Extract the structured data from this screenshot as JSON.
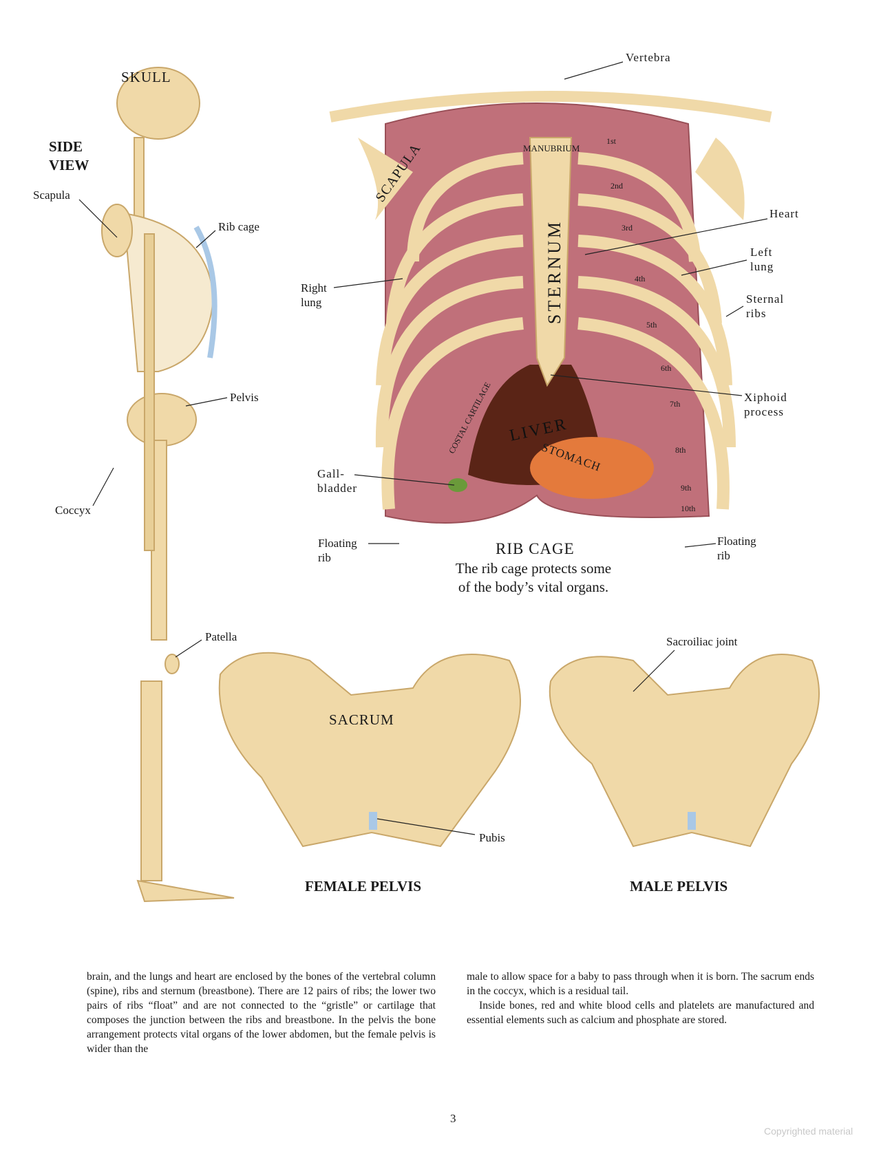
{
  "side_view": {
    "heading": "SIDE\nVIEW",
    "labels": {
      "skull": "SKULL",
      "scapula": "Scapula",
      "rib_cage": "Rib cage",
      "pelvis": "Pelvis",
      "coccyx": "Coccyx",
      "patella": "Patella"
    }
  },
  "rib_cage": {
    "labels": {
      "vertebra": "Vertebra",
      "heart": "Heart",
      "left_lung": "Left\nlung",
      "sternal_ribs": "Sternal\nribs",
      "xiphoid": "Xiphoid\nprocess",
      "floating_rib_right": "Floating\nrib",
      "right_lung": "Right\nlung",
      "gallbladder": "Gall-\nbladder",
      "floating_rib_left": "Floating\nrib",
      "manubrium": "MANUBRIUM",
      "sternum": "STERNUM",
      "scapula": "SCAPULA",
      "costal_cartilage": "COSTAL CARTILAGE",
      "liver": "LIVER",
      "stomach": "STOMACH"
    },
    "rib_numbers": [
      "1st",
      "2nd",
      "3rd",
      "4th",
      "5th",
      "6th",
      "7th",
      "8th",
      "9th",
      "10th"
    ],
    "title": "RIB CAGE",
    "caption": "The rib cage protects some\nof the body’s vital organs."
  },
  "pelvis": {
    "labels": {
      "sacrum": "SACRUM",
      "pubis": "Pubis",
      "sacroiliac": "Sacroiliac joint"
    },
    "female_title": "FEMALE PELVIS",
    "male_title": "MALE PELVIS"
  },
  "body_text": {
    "left": "brain, and the lungs and heart are enclosed by the bones of the vertebral column (spine), ribs and sternum (breastbone). There are 12 pairs of ribs; the lower two pairs of ribs “float” and are not connected to the “gristle” or cartilage that composes the junction between the ribs and breastbone. In the pelvis the bone arrangement protects vital organs of the lower abdomen, but the female pelvis is wider than the",
    "right_p1": "male to allow space for a baby to pass through when it is born. The sacrum ends in the coccyx, which is a residual tail.",
    "right_p2": "Inside bones, red and white blood cells and platelets are manufactured and essential elements such as calcium and phosphate are stored."
  },
  "page_number": "3",
  "watermark": "Copyrighted material",
  "colors": {
    "bone": "#f0d9a8",
    "bone_edge": "#c9a76a",
    "lung": "#c0707a",
    "cartilage": "#a9c8e6",
    "liver": "#5a2416",
    "stomach": "#e47a3c",
    "gallbladder": "#6a9a3a"
  }
}
